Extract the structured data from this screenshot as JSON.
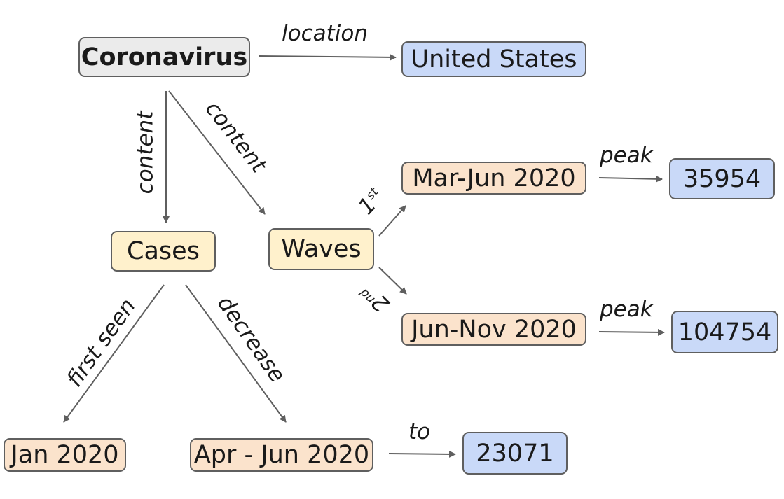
{
  "nodes": {
    "coronavirus": "Coronavirus",
    "united_states": "United States",
    "cases": "Cases",
    "waves": "Waves",
    "mar_jun": "Mar-Jun 2020",
    "jun_nov": "Jun-Nov 2020",
    "peak1_value": "35954",
    "peak2_value": "104754",
    "jan_2020": "Jan 2020",
    "apr_jun": "Apr - Jun 2020",
    "decrease_value": "23071"
  },
  "edges": {
    "location": "location",
    "content_down": "content",
    "content_diag": "content",
    "first_num": "1",
    "first_sup": "st",
    "second_num": "2",
    "second_sup": "nd",
    "peak1": "peak",
    "peak2": "peak",
    "first_seen": "first seen",
    "decrease": "decrease",
    "to": "to"
  },
  "colors": {
    "grey": "#ebebeb",
    "yellow": "#fff1cc",
    "orange": "#fbe3cc",
    "blue": "#c9d9f8",
    "edge": "#5f5f5f"
  }
}
